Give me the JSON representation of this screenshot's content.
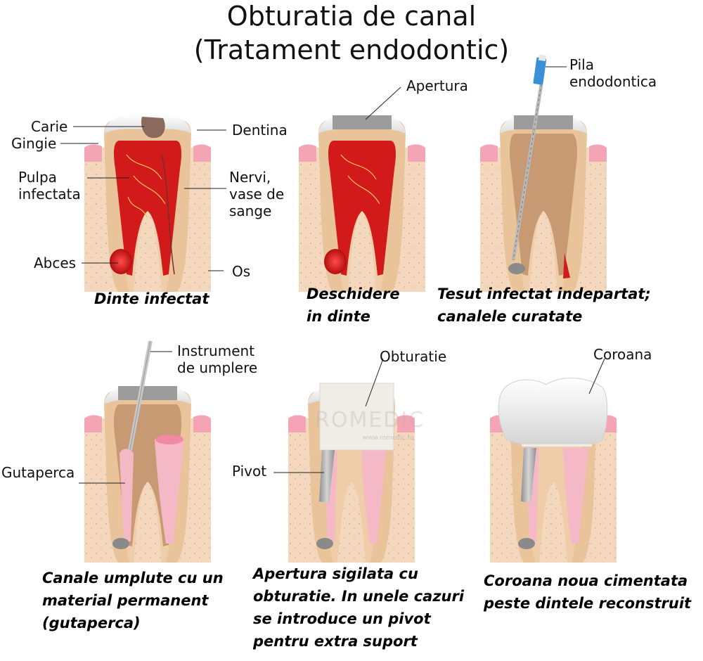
{
  "title": {
    "line1": "Obturatia de canal",
    "line2": "(Tratament endodontic)"
  },
  "labels": {
    "carie": "Carie",
    "gingie": "Gingie",
    "pulpa": "Pulpa\ninfectata",
    "abces": "Abces",
    "dentina": "Dentina",
    "nervi": "Nervi,\nvase de\nsange",
    "os": "Os",
    "apertura": "Apertura",
    "pila": "Pila\nendodontica",
    "instrument": "Instrument\nde umplere",
    "gutaperca": "Gutaperca",
    "obturatie": "Obturatie",
    "pivot": "Pivot",
    "coroana": "Coroana"
  },
  "captions": {
    "step1": "Dinte infectat",
    "step2": "Deschidere\nin dinte",
    "step3": "Tesut infectat indepartat;\ncanalele curatate",
    "step4": "Canale umplute cu un\nmaterial permanent\n(gutaperca)",
    "step5": "Apertura sigilata cu\nobturatie. In unele cazuri\nse introduce un pivot\npentru extra suport",
    "step6": "Coroana noua cimentata\npeste dintele reconstruit"
  },
  "watermark": {
    "brand": "ROMEDIC",
    "url": "www.romedic.ro"
  },
  "colors": {
    "bone": "#f3d8be",
    "gum": "#f4a4b4",
    "dentin": "#e9c39a",
    "enamel": "#f2f2f2",
    "pulp_infected": "#d21a1a",
    "pulp_healthy": "#f5b8c6",
    "cleaned_canal": "#c79a74",
    "filling_grey": "#a9a9a9",
    "crown": "#fafafa",
    "file_handle": "#3a8fd6"
  }
}
